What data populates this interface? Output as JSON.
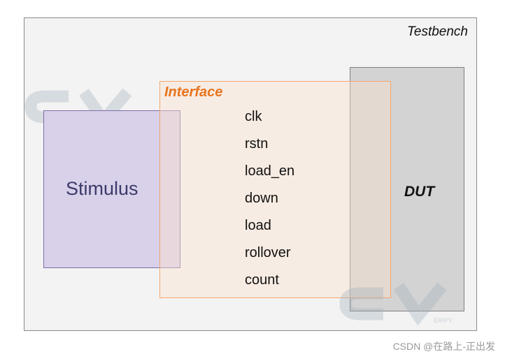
{
  "diagram": {
    "testbench": {
      "label": "Testbench"
    },
    "dut": {
      "label": "DUT"
    },
    "stimulus": {
      "label": "Stimulus"
    },
    "interface": {
      "label": "Interface",
      "signals": [
        "clk",
        "rstn",
        "load_en",
        "down",
        "load",
        "rollover",
        "count"
      ]
    }
  },
  "footer": {
    "credit": "CSDN @在路上-正出发"
  },
  "colors": {
    "testbench_fill": "#f3f3f3",
    "dut_fill": "#d3d3d3",
    "stimulus_fill": "#d9d1ea",
    "interface_border": "#f3a66d",
    "interface_label": "#e8741e"
  }
}
